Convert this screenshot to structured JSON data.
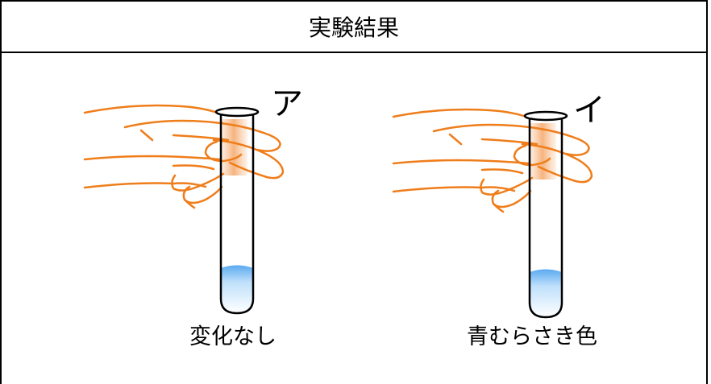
{
  "header": {
    "title": "実験結果"
  },
  "tubes": [
    {
      "marker": "ア",
      "result": "変化なし",
      "liquid_color": "#8ec6f5"
    },
    {
      "marker": "イ",
      "result": "青むらさき色",
      "liquid_color": "#8ec6f5"
    }
  ],
  "colors": {
    "hand_outline": "#ef7d1a",
    "hand_tint": "#f6b07a",
    "tube_outline": "#000000",
    "border": "#000000"
  }
}
